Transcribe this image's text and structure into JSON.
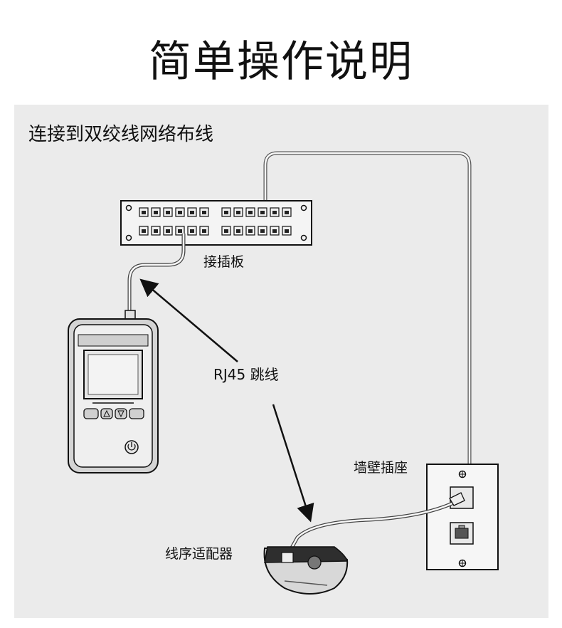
{
  "title": "简单操作说明",
  "section_heading": "连接到双绞线网络布线",
  "labels": {
    "patch_panel": "接插板",
    "rj45_cable": "RJ45 跳线",
    "wall_jack": "墙壁插座",
    "wiremap_adapter": "线序适配器"
  },
  "colors": {
    "panel_background": "#ebebeb",
    "line": "#111111",
    "device_fill": "#cfcfcf",
    "screen_fill": "#e6e6e6"
  }
}
